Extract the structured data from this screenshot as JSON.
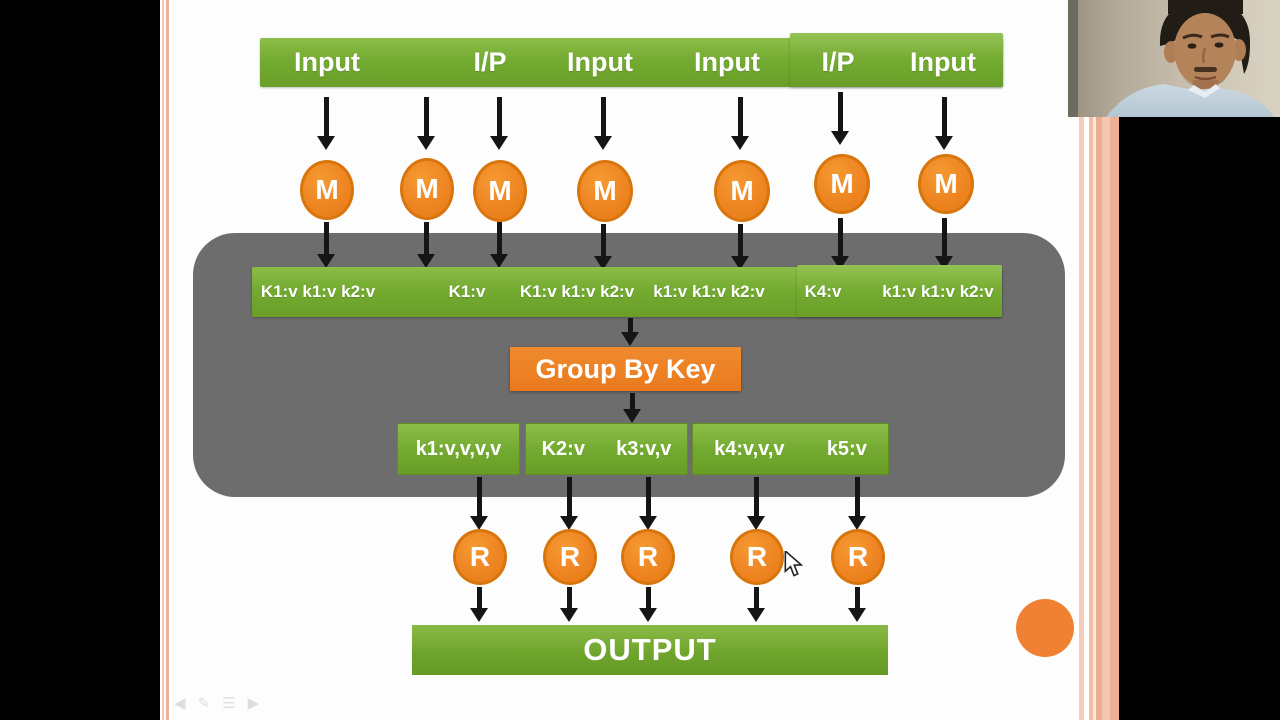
{
  "colors": {
    "slide_bg": "#fdfdfd",
    "green": "#74ab31",
    "green_light": "#8cbd49",
    "orange_node": "#ee8522",
    "orange_group": "#e97a1d",
    "gray_panel": "#6e6d6d",
    "arrow": "#151515",
    "stripe_salmon": "#f2bda5",
    "outer_bg": "#000000"
  },
  "slide": {
    "input_bar": {
      "labels": [
        "Input",
        "I/P",
        "Input",
        "Input",
        "I/P",
        "Input"
      ]
    },
    "map_stage": {
      "node_label": "M",
      "count": 7
    },
    "shuffle_bar": {
      "segments": [
        "K1:v k1:v k2:v",
        "K1:v",
        "K1:v k1:v k2:v",
        "k1:v k1:v k2:v",
        "K4:v",
        "k1:v k1:v k2:v"
      ]
    },
    "group_by_key": {
      "label": "Group By Key"
    },
    "grouped_bar": {
      "boxes": [
        [
          "k1:v,v,v,v"
        ],
        [
          "K2:v",
          "k3:v,v"
        ],
        [
          "k4:v,v,v",
          "k5:v"
        ]
      ]
    },
    "reduce_stage": {
      "node_label": "R",
      "count": 5
    },
    "output_bar": {
      "label": "OUTPUT"
    }
  },
  "toolbar": {
    "items": [
      {
        "name": "previous-slide",
        "glyph": "◀"
      },
      {
        "name": "pen",
        "glyph": "✎"
      },
      {
        "name": "slide-menu",
        "glyph": "☰"
      },
      {
        "name": "next-slide",
        "glyph": "▶"
      }
    ]
  }
}
